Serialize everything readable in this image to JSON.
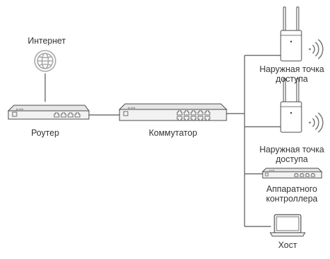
{
  "labels": {
    "internet": "Интернет",
    "router": "Роутер",
    "switch": "Коммутатор",
    "ap1_line1": "Наружная точка",
    "ap1_line2": "доступа",
    "ap2_line1": "Наружная точка",
    "ap2_line2": "доступа",
    "controller_line1": "Аппаратного",
    "controller_line2": "контроллера",
    "host": "Хост"
  },
  "devices": {
    "router_logo": "tp-link",
    "switch_logo": "tp-link",
    "controller_logo": "tp-link"
  },
  "colors": {
    "line": "#555555",
    "device_body": "#f2f2f2",
    "device_stroke": "#4a4a4a",
    "globe": "#a8a8a8",
    "text": "#333333"
  },
  "icons": {
    "internet": "globe-icon",
    "wireless": "wifi-signal-icon",
    "host": "laptop-icon"
  }
}
